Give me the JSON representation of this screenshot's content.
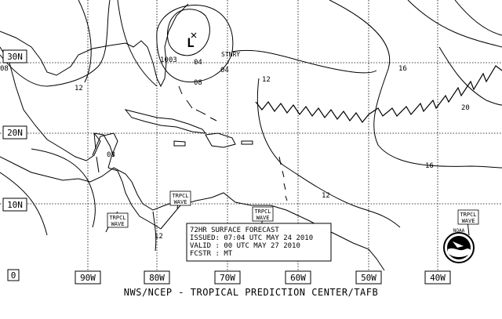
{
  "lat_labels": [
    "30N",
    "20N",
    "10N",
    "0"
  ],
  "lon_labels": [
    "90W",
    "80W",
    "70W",
    "60W",
    "50W",
    "40W"
  ],
  "low_center": {
    "symbol": "L",
    "pressure": "1003"
  },
  "isobar_labels": [
    "08",
    "12",
    "04",
    "08",
    "12",
    "16",
    "20",
    "16",
    "08",
    "12",
    "12",
    "04"
  ],
  "stnry_label": "STNRY",
  "wave_labels": [
    {
      "line1": "TRPCL",
      "line2": "WAVE"
    },
    {
      "line1": "TRPCL",
      "line2": "WAVE"
    },
    {
      "line1": "TRPCL",
      "line2": "WAVE"
    },
    {
      "line1": "TRPCL",
      "line2": "WAVE"
    }
  ],
  "forecast_box": {
    "title": "72HR SURFACE FORECAST",
    "issued": "ISSUED: 07:04 UTC MAY 24 2010",
    "valid": "VALID : 00 UTC MAY 27 2010",
    "forecaster": "FCSTR : MT"
  },
  "footer": "NWS/NCEP - TROPICAL PREDICTION CENTER/TAFB",
  "logo_name": "NOAA"
}
